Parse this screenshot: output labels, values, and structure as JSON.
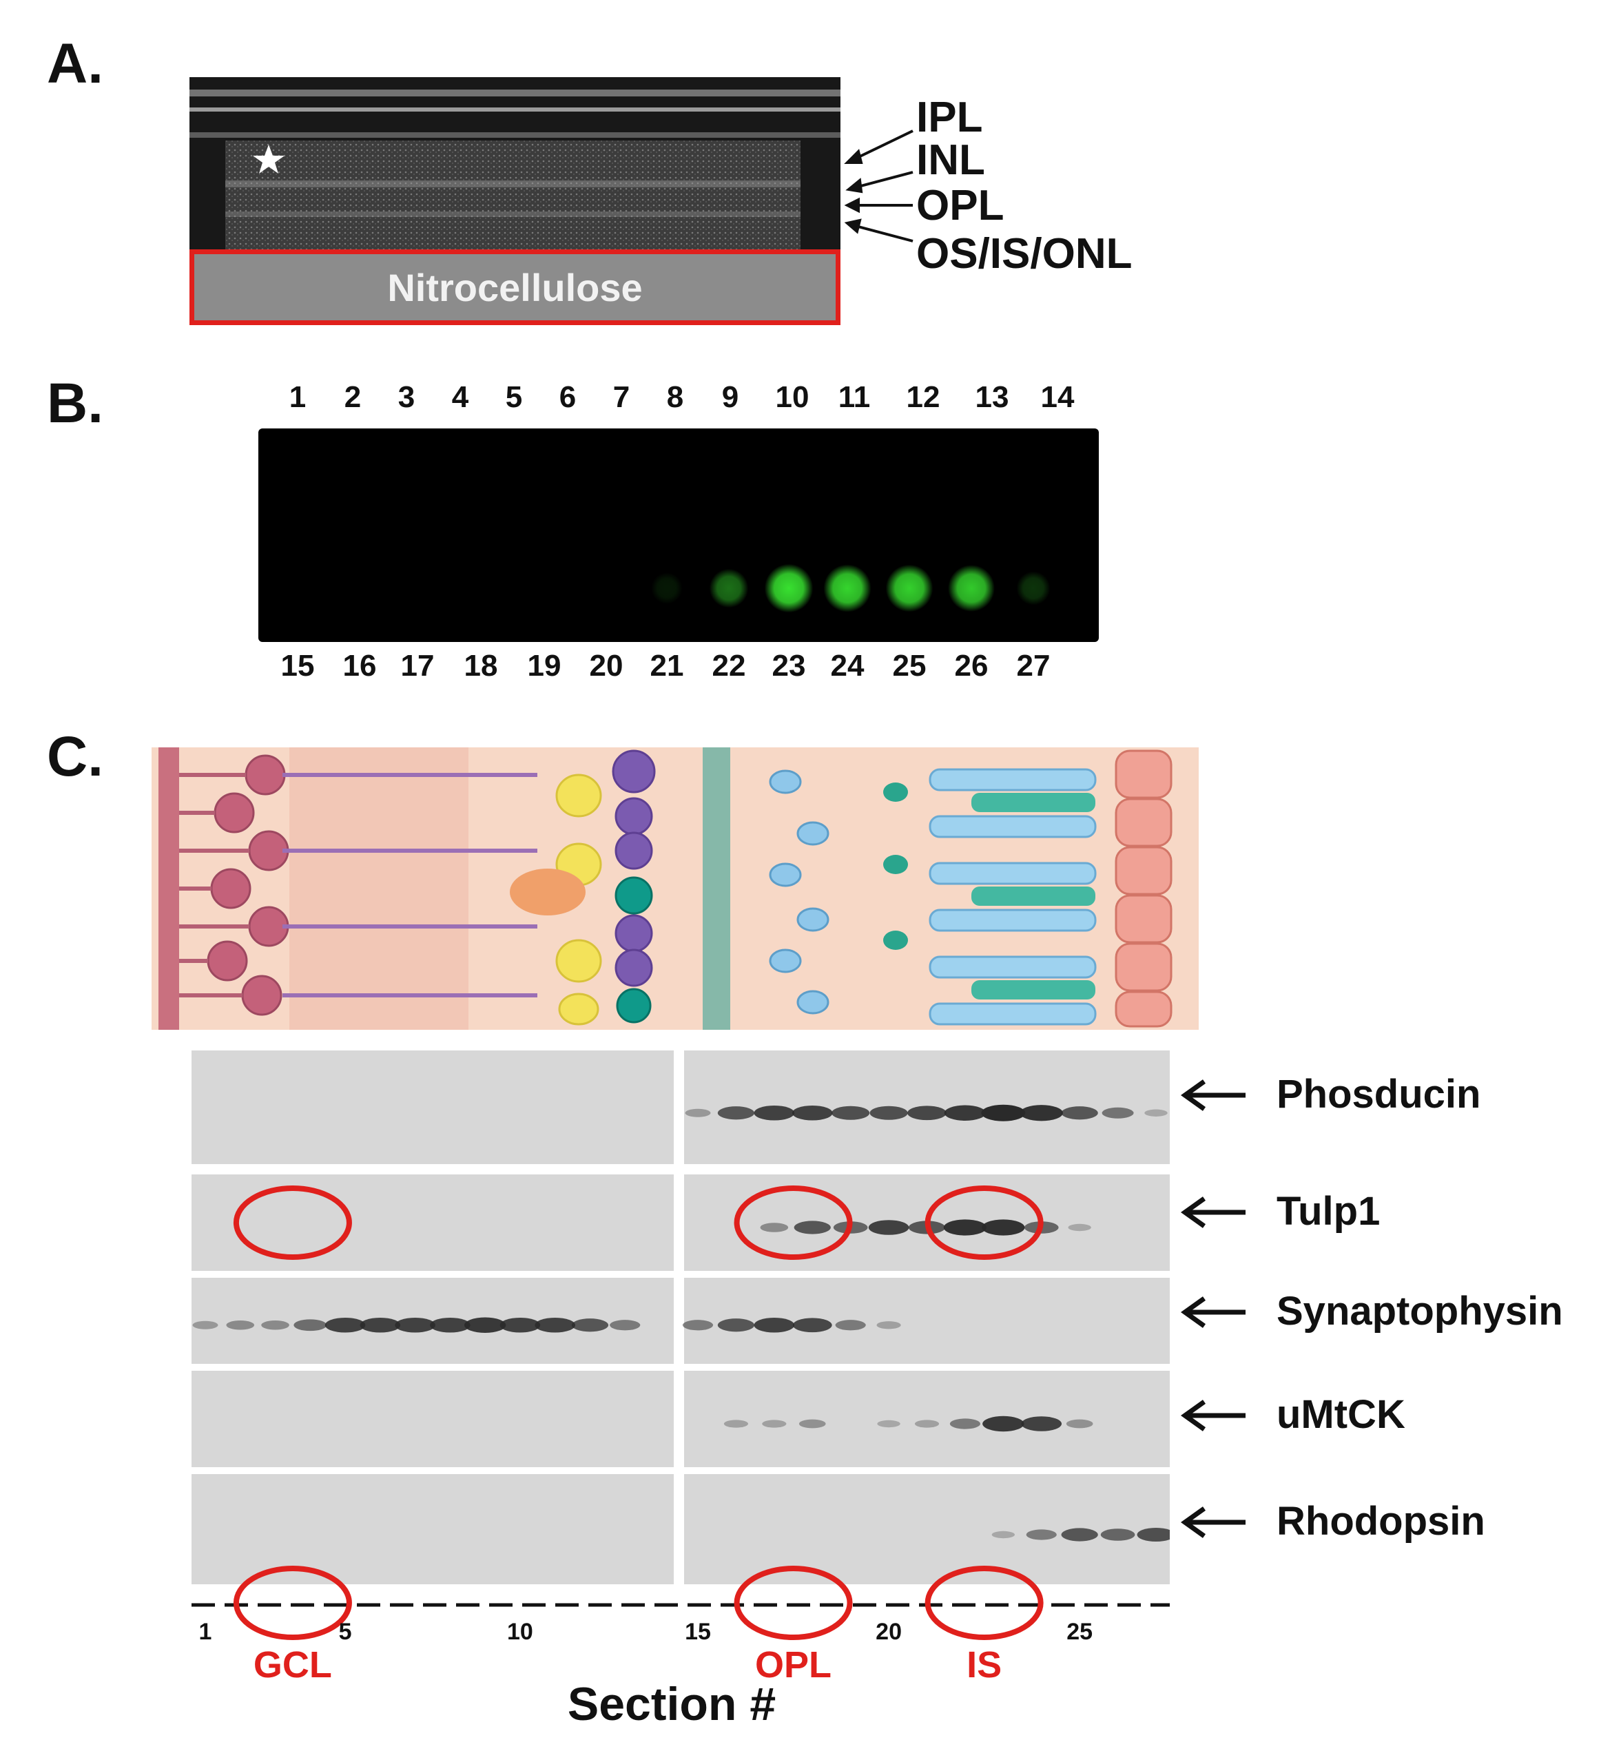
{
  "panels": {
    "a": {
      "letter": "A.",
      "membrane_label": "Nitrocellulose",
      "layers": [
        "IPL",
        "INL",
        "OPL",
        "OS/IS/ONL"
      ]
    },
    "b": {
      "letter": "B.",
      "top_lanes": [
        "1",
        "2",
        "3",
        "4",
        "5",
        "6",
        "7",
        "8",
        "9",
        "10",
        "11",
        "12",
        "13",
        "14"
      ],
      "bottom_lanes": [
        "15",
        "16",
        "17",
        "18",
        "19",
        "20",
        "21",
        "22",
        "23",
        "24",
        "25",
        "26",
        "27"
      ],
      "spot_intensity": [
        0,
        0,
        0,
        0,
        0,
        0,
        0.06,
        0.45,
        0.95,
        0.9,
        0.88,
        0.85,
        0.18
      ],
      "colors": {
        "spot": "#38e030",
        "background": "#000000"
      }
    },
    "c": {
      "letter": "C.",
      "proteins": [
        {
          "name": "Phosducin",
          "bands": [
            0,
            0,
            0,
            0,
            0,
            0,
            0,
            0,
            0,
            0,
            0,
            0,
            0,
            0,
            0.25,
            0.7,
            0.85,
            0.85,
            0.75,
            0.75,
            0.8,
            0.9,
            1.0,
            0.95,
            0.7,
            0.5,
            0.15
          ]
        },
        {
          "name": "Tulp1",
          "bands": [
            0,
            0,
            0,
            0,
            0,
            0,
            0,
            0,
            0,
            0,
            0,
            0,
            0,
            0,
            0,
            0,
            0.35,
            0.7,
            0.6,
            0.85,
            0.7,
            0.95,
            0.95,
            0.6,
            0.15,
            0,
            0
          ]
        },
        {
          "name": "Synaptophysin",
          "bands": [
            0.25,
            0.35,
            0.35,
            0.55,
            0.85,
            0.85,
            0.85,
            0.85,
            0.9,
            0.85,
            0.85,
            0.7,
            0.45,
            0,
            0.45,
            0.7,
            0.85,
            0.8,
            0.45,
            0.2,
            0,
            0,
            0,
            0,
            0,
            0,
            0
          ]
        },
        {
          "name": "uMtCK",
          "bands": [
            0,
            0,
            0,
            0,
            0,
            0,
            0,
            0,
            0,
            0,
            0,
            0,
            0,
            0,
            0,
            0.2,
            0.2,
            0.3,
            0,
            0.15,
            0.2,
            0.45,
            0.9,
            0.85,
            0.3,
            0,
            0
          ]
        },
        {
          "name": "Rhodopsin",
          "bands": [
            0,
            0,
            0,
            0,
            0,
            0,
            0,
            0,
            0,
            0,
            0,
            0,
            0,
            0,
            0,
            0,
            0,
            0,
            0,
            0,
            0,
            0,
            0.15,
            0.45,
            0.7,
            0.6,
            0.75
          ]
        }
      ],
      "axis_ticks": [
        {
          "label": "1",
          "section": 1
        },
        {
          "label": "5",
          "section": 5
        },
        {
          "label": "10",
          "section": 10
        },
        {
          "label": "15",
          "section": 15
        },
        {
          "label": "20",
          "section": 20
        },
        {
          "label": "25",
          "section": 25
        }
      ],
      "regions": [
        {
          "label": "GCL",
          "center_section": 3.5
        },
        {
          "label": "OPL",
          "center_section": 17.5
        },
        {
          "label": "IS",
          "center_section": 22.5
        }
      ],
      "axis_title": "Section #",
      "colors": {
        "highlight": "#e0201c",
        "band": "#2a2a2a"
      }
    }
  }
}
